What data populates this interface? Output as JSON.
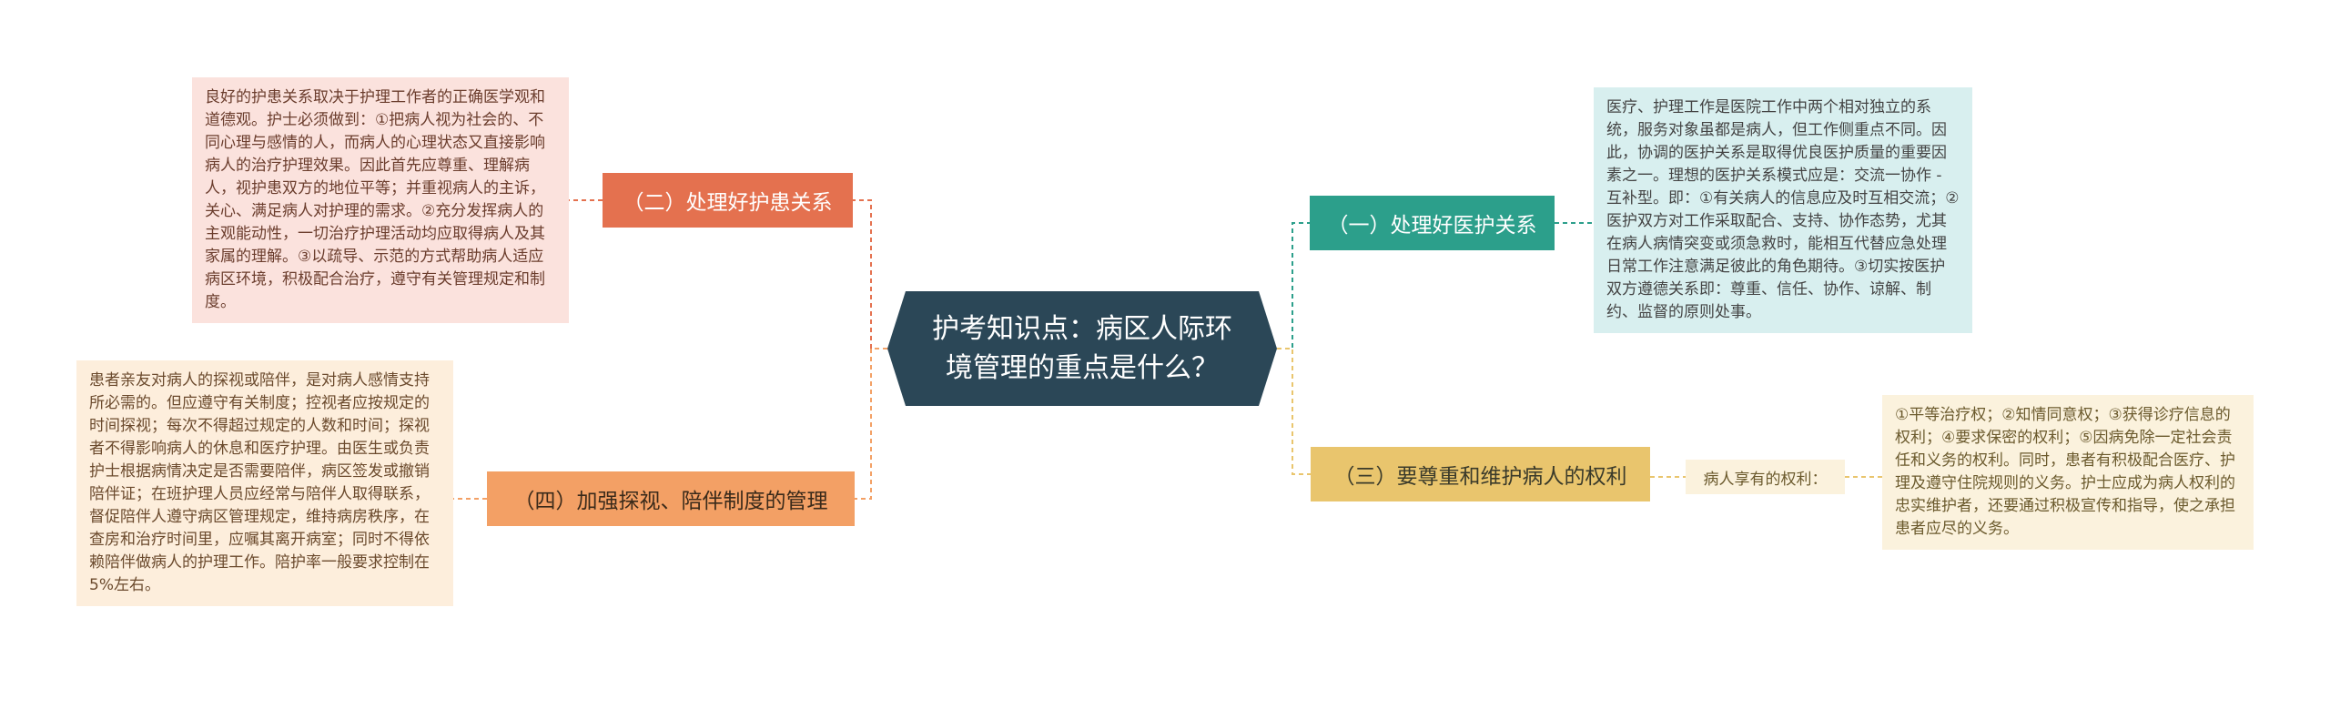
{
  "center": {
    "title": "护考知识点：病区人际环境管理的重点是什么？"
  },
  "branches": [
    {
      "label": "（一）处理好医护关系",
      "detail": "医疗、护理工作是医院工作中两个相对独立的系统，服务对象虽都是病人，但工作侧重点不同。因此，协调的医护关系是取得优良医护质量的重要因素之一。理想的医护关系模式应是：交流一协作 - 互补型。即：①有关病人的信息应及时互相交流；②医护双方对工作采取配合、支持、协作态势，尤其在病人病情突变或须急救时，能相互代替应急处理日常工作注意满足彼此的角色期待。③切实按医护双方遵德关系即：尊重、信任、协作、谅解、制约、监督的原则处事。"
    },
    {
      "label": "（二）处理好护患关系",
      "detail": "良好的护患关系取决于护理工作者的正确医学观和道德观。护士必须做到：①把病人视为社会的、不同心理与感情的人，而病人的心理状态又直接影响病人的治疗护理效果。因此首先应尊重、理解病人，视护患双方的地位平等；并重视病人的主诉，关心、满足病人对护理的需求。②充分发挥病人的主观能动性，一切治疗护理活动均应取得病人及其家属的理解。③以疏导、示范的方式帮助病人适应病区环境，积极配合治疗，遵守有关管理规定和制度。"
    },
    {
      "label": "（三）要尊重和维护病人的权利",
      "sub_label": "病人享有的权利：",
      "detail": "①平等治疗权；②知情同意权；③获得诊疗信息的权利；④要求保密的权利；⑤因病免除一定社会责任和义务的权利。同时，患者有积极配合医疗、护理及遵守住院规则的义务。护士应成为病人权利的忠实维护者，还要通过积极宣传和指导，使之承担患者应尽的义务。"
    },
    {
      "label": "（四）加强探视、陪伴制度的管理",
      "detail": "患者亲友对病人的探视或陪伴，是对病人感情支持所必需的。但应遵守有关制度；控视者应按规定的时间探视；每次不得超过规定的人数和时间；探视者不得影响病人的休息和医疗护理。由医生或负责护士根据病情决定是否需要陪伴，病区签发或撤销陪伴证；在班护理人员应经常与陪伴人取得联系，督促陪伴人遵守病区管理规定，维持病房秩序，在查房和治疗时间里，应嘱其离开病室；同时不得依赖陪伴做病人的护理工作。陪护率一般要求控制在5%左右。"
    }
  ],
  "colors": {
    "center": "#2b4757",
    "branch_1": "#2c9f8b",
    "branch_2": "#e4714f",
    "branch_3": "#e9c56d",
    "branch_4": "#f3a065"
  }
}
